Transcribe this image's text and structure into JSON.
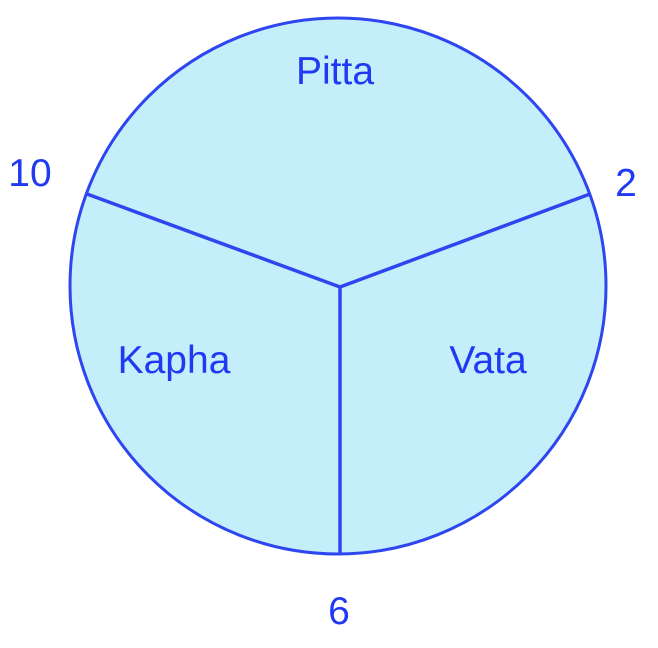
{
  "diagram": {
    "colors": {
      "fill": "#c4eefa",
      "stroke": "#2e46f0",
      "text": "#1f3af2"
    },
    "sections": {
      "top": "Pitta",
      "left": "Kapha",
      "right": "Vata"
    },
    "boundary_labels": {
      "upper_left": "10",
      "upper_right": "2",
      "bottom": "6"
    }
  }
}
